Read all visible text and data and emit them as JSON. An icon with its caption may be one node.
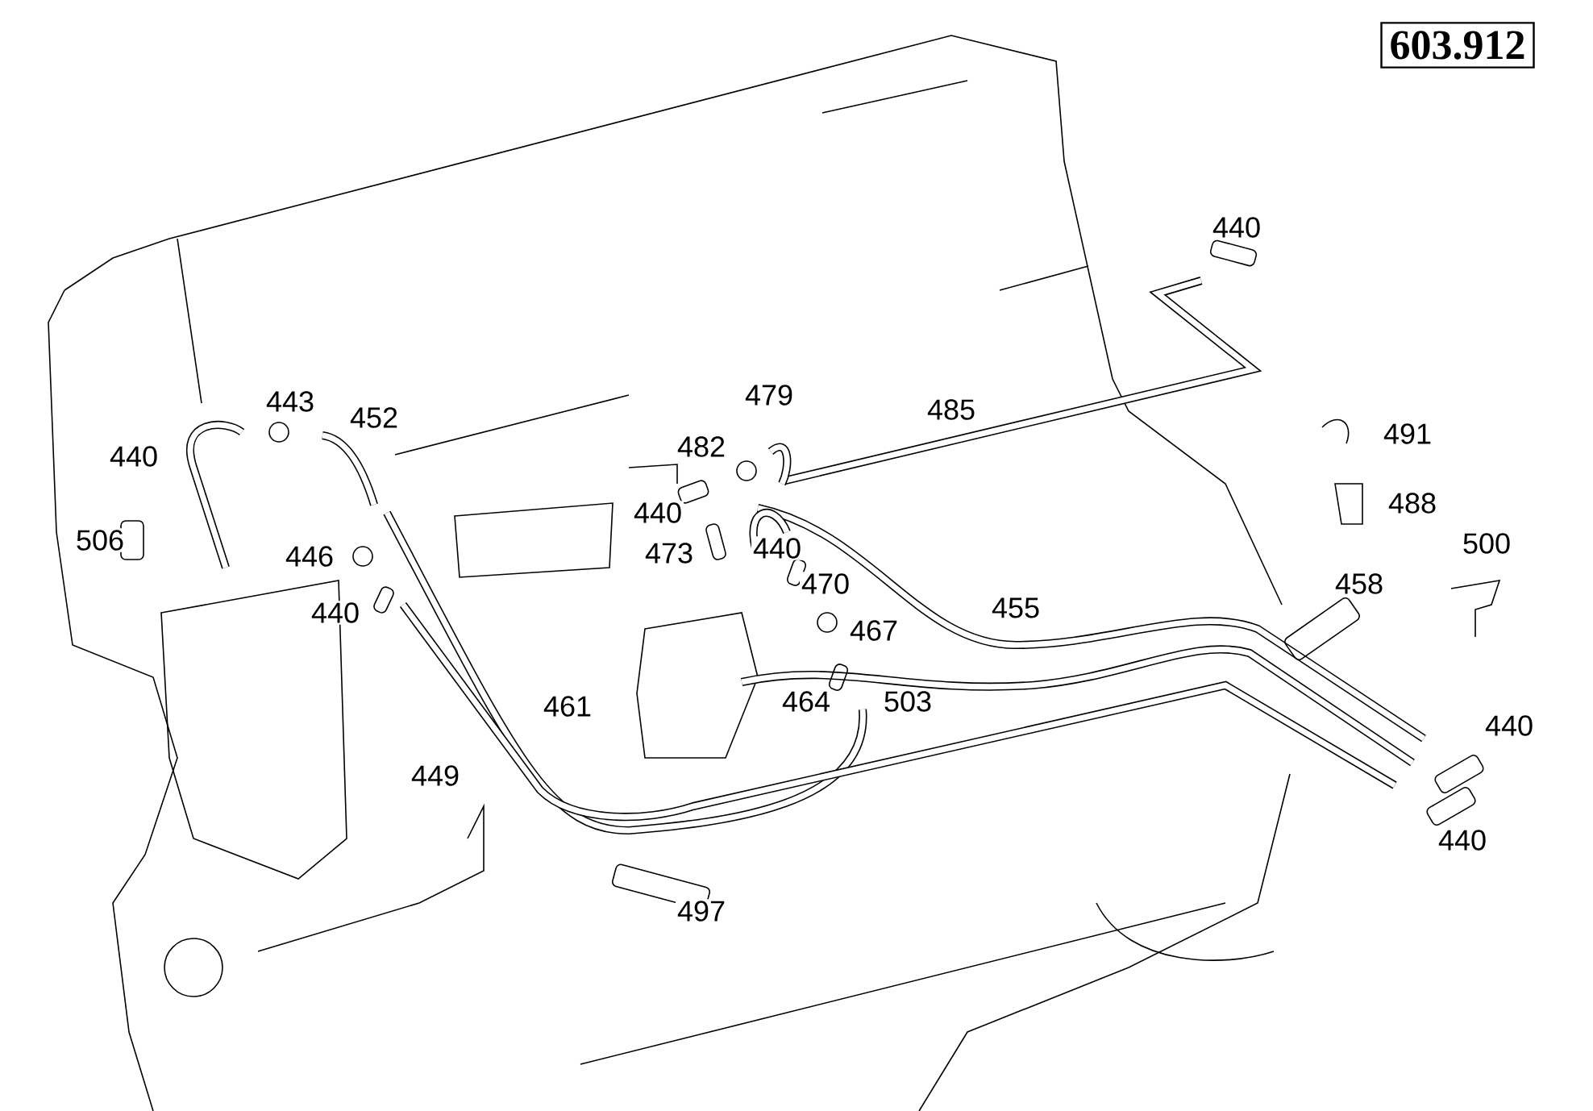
{
  "diagram": {
    "nodes": [
      {
        "text": [
          "603.912"
        ]
      }
    ],
    "labels": [
      "440",
      "479",
      "443",
      "485",
      "452",
      "491",
      "440",
      "482",
      "488",
      "440",
      "506",
      "500",
      "473",
      "440",
      "446",
      "470",
      "458",
      "440",
      "455",
      "467",
      "461",
      "464",
      "503",
      "449",
      "440",
      "440",
      "497"
    ]
  }
}
